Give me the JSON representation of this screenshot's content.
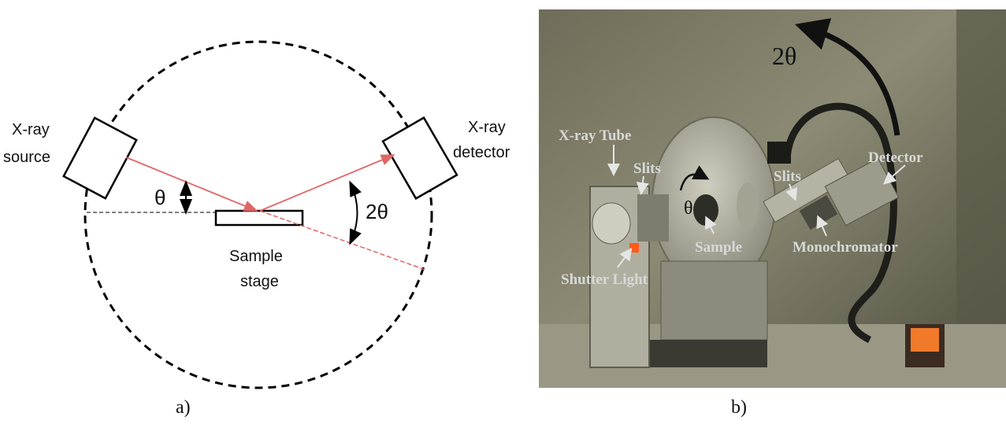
{
  "diagram": {
    "source_label_line1": "X-ray",
    "source_label_line2": "source",
    "detector_label_line1": "X-ray",
    "detector_label_line2": "detector",
    "theta": "θ",
    "two_theta": "2θ",
    "stage_label_line1": "Sample",
    "stage_label_line2": "stage",
    "colors": {
      "beam": "#e06666",
      "outline": "#000000"
    }
  },
  "photo": {
    "labels": {
      "xray_tube": "X-ray Tube",
      "slits_left": "Slits",
      "slits_right": "Slits",
      "detector": "Detector",
      "theta": "θ",
      "two_theta": "2θ",
      "sample": "Sample",
      "monochromator": "Monochromator",
      "shutter_light": "Shutter Light"
    }
  },
  "panels": {
    "a": "a)",
    "b": "b)"
  }
}
